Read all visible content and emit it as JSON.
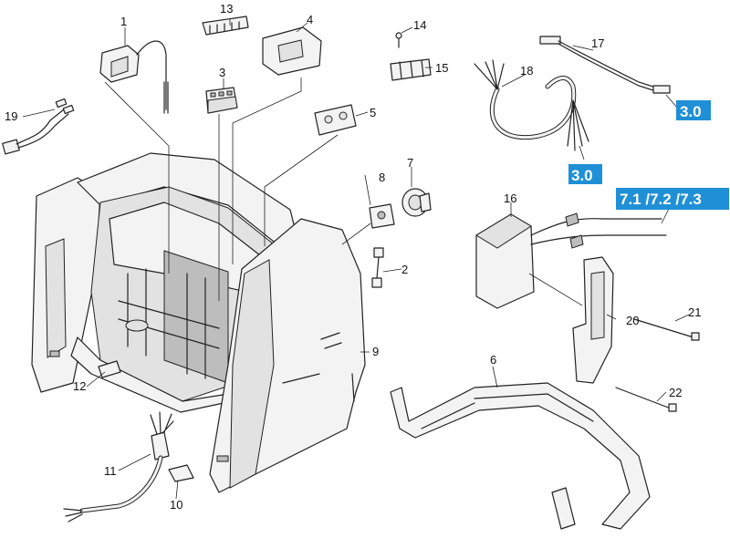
{
  "parts": {
    "p1": "1",
    "p2": "2",
    "p3": "3",
    "p4": "4",
    "p5": "5",
    "p6": "6",
    "p7": "7",
    "p8": "8",
    "p9": "9",
    "p10": "10",
    "p11": "11",
    "p12": "12",
    "p13": "13",
    "p14": "14",
    "p15": "15",
    "p16": "16",
    "p17": "17",
    "p18": "18",
    "p19": "19",
    "p20": "20",
    "p21": "21",
    "p22": "22"
  },
  "references": {
    "ref_a": "3.0",
    "ref_b": "3.0",
    "ref_c": "7.1 /7.2 /7.3"
  },
  "colors": {
    "reference_badge": "#1f8fd6",
    "line": "#222222"
  }
}
